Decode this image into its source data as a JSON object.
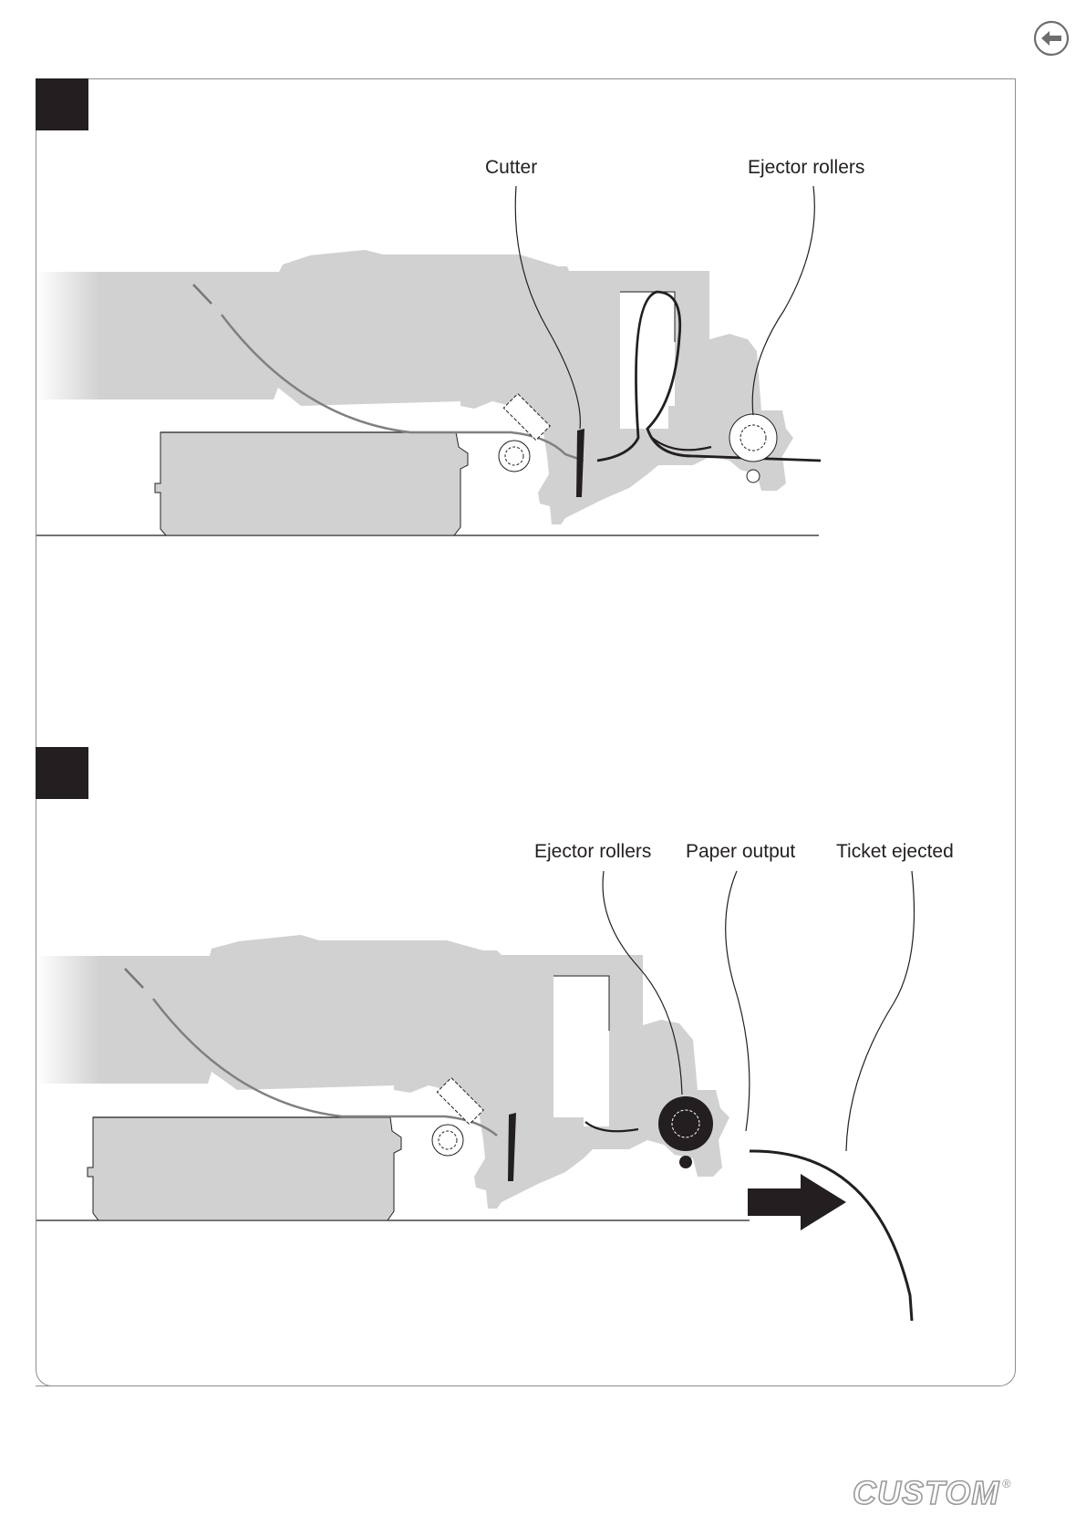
{
  "step1": {
    "labels": {
      "cutter": "Cutter",
      "ejector_rollers": "Ejector rollers"
    }
  },
  "step2": {
    "labels": {
      "ejector_rollers": "Ejector rollers",
      "paper_output": "Paper output",
      "ticket_ejected": "Ticket ejected"
    }
  },
  "brand": {
    "logo_text": "CUSTOM",
    "registered": "®"
  },
  "colors": {
    "body": "#d1d1d1",
    "outline": "#231f20",
    "frame": "#8c8c8c",
    "step_box": "#231f20"
  },
  "icons": {
    "back": "back-arrow-icon",
    "direction": "right-arrow-icon"
  }
}
